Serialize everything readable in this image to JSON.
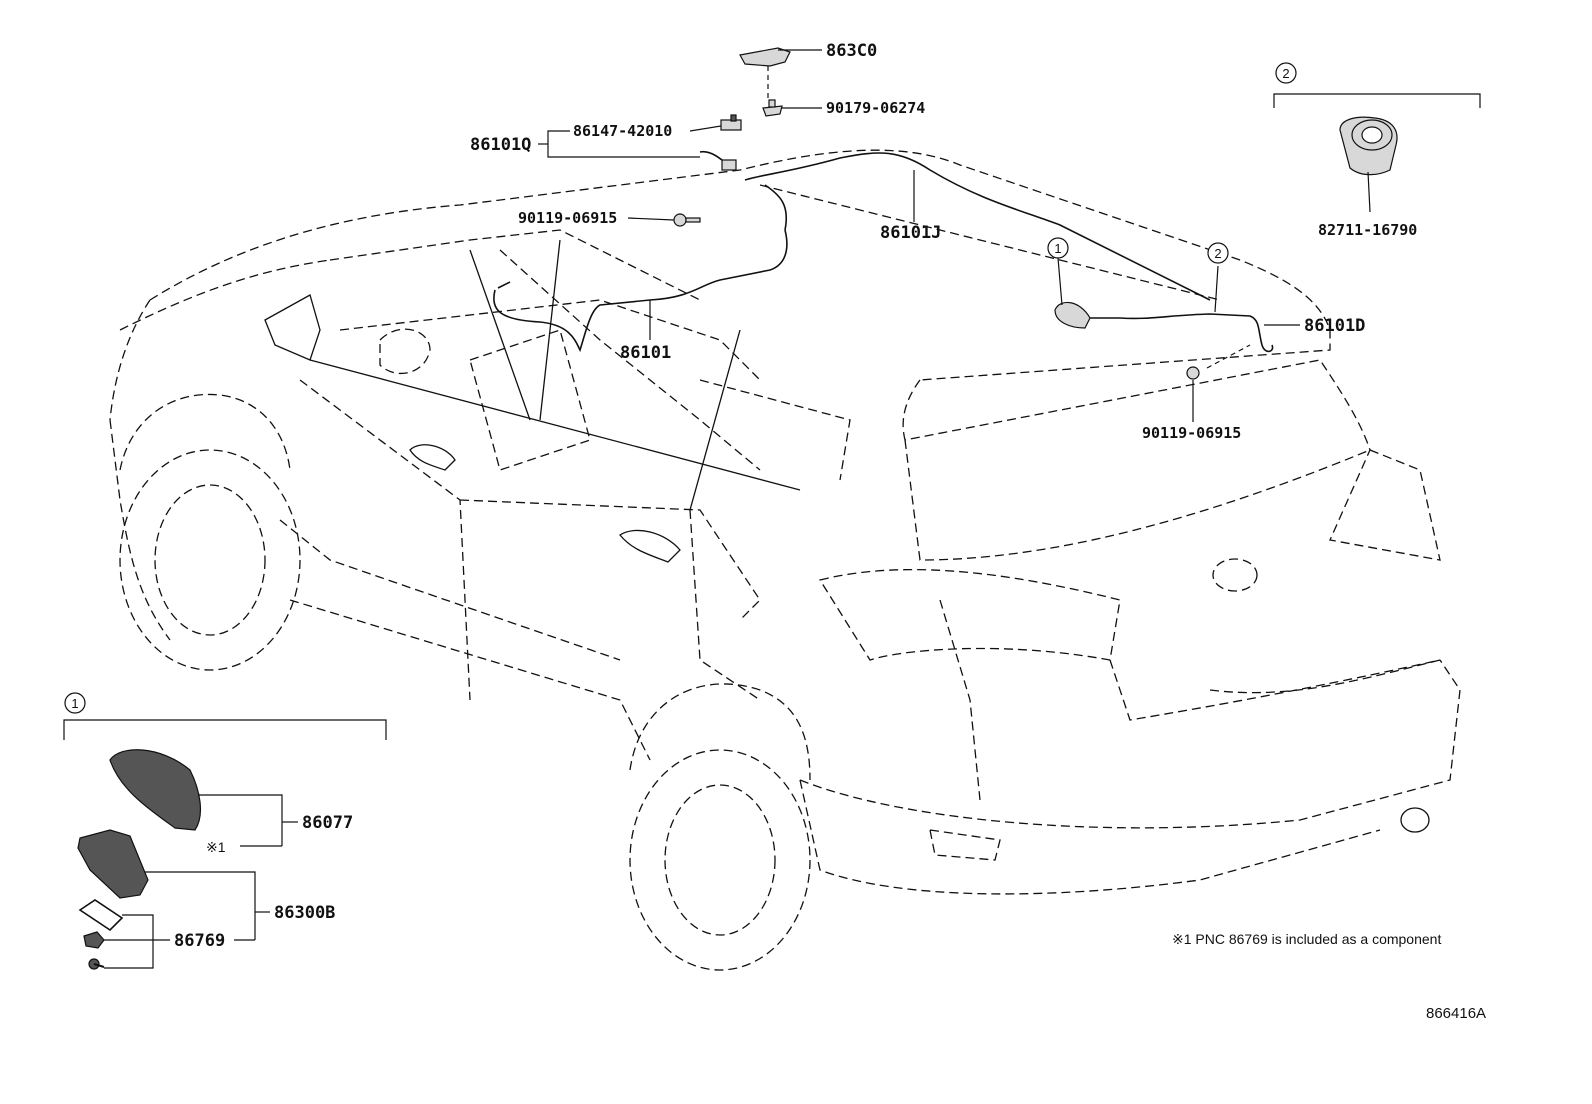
{
  "labels": {
    "p863C0": "863C0",
    "p90179": "90179-06274",
    "p86147": "86147-42010",
    "p86101Q": "86101Q",
    "p90119_top": "90119-06915",
    "p86101J": "86101J",
    "p86101": "86101",
    "p86101D": "86101D",
    "p90119_rear": "90119-06915",
    "p82711": "82711-16790",
    "p86077": "86077",
    "p86300B": "86300B",
    "p86769": "86769",
    "note_mark": "※1"
  },
  "callouts": {
    "c1_inset": "1",
    "c1_car": "1",
    "c2_inset": "2",
    "c2_car": "2"
  },
  "footnote": "※1 PNC 86769 is included as a component",
  "illustration_number": "866416A"
}
